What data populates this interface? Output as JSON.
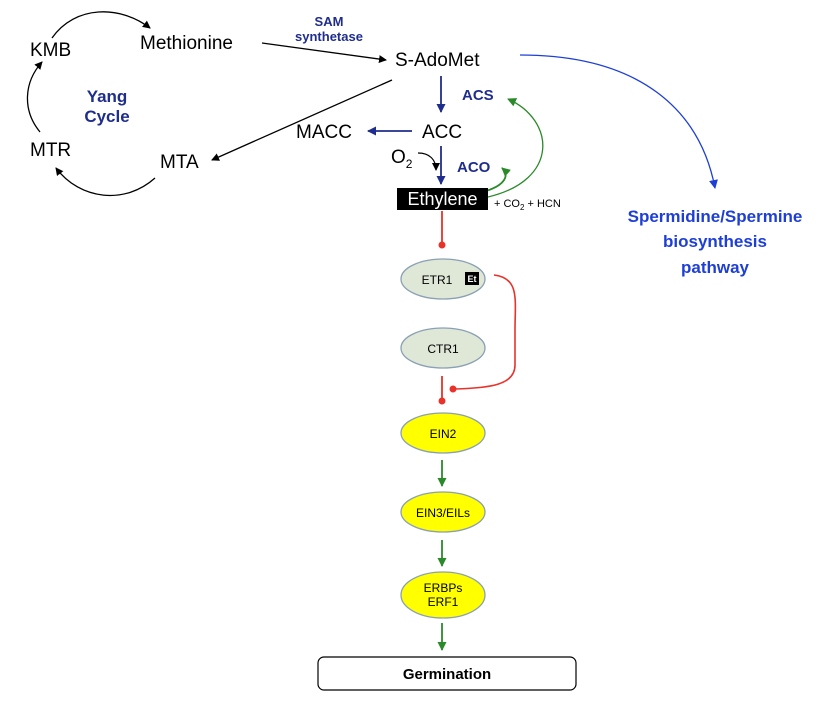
{
  "colors": {
    "dark_blue": "#1f2d8c",
    "bright_blue": "#1e3fd6",
    "green": "#2a8a2a",
    "red": "#e8322a",
    "gray_node": "#dfe7d7",
    "yellow_node": "#ffff00",
    "ethylene_box": "#000000"
  },
  "metabolites": {
    "kmb": "KMB",
    "methionine": "Methionine",
    "sadomet": "S-AdoMet",
    "mtr": "MTR",
    "mta": "MTA",
    "macc": "MACC",
    "acc": "ACC",
    "o2_main": "O",
    "o2_sub": "2",
    "ethylene": "Ethylene",
    "byproducts": {
      "p1": "+ CO",
      "sub": "2",
      "p2": " + HCN"
    }
  },
  "enzymes": {
    "sam_line1": "SAM",
    "sam_line2": "synthetase",
    "acs": "ACS",
    "aco": "ACO"
  },
  "yang_cycle": {
    "line1": "Yang",
    "line2": "Cycle"
  },
  "spermidine": {
    "line1": "Spermidine/Spermine",
    "line2": "biosynthesis",
    "line3": "pathway"
  },
  "signaling": {
    "etr1": "ETR1",
    "et_badge": "Et",
    "ctr1": "CTR1",
    "ein2": "EIN2",
    "ein3": "EIN3/EILs",
    "erbps_line1": "ERBPs",
    "erbps_line2": "ERF1"
  },
  "outcome": "Germination"
}
